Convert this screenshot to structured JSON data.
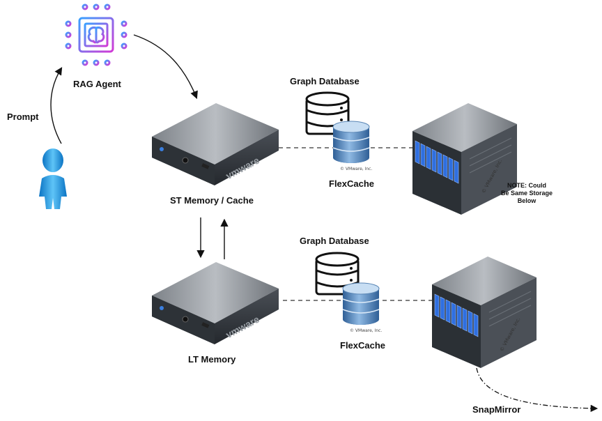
{
  "labels": {
    "rag_agent": "RAG Agent",
    "prompt": "Prompt",
    "st_memory": "ST Memory / Cache",
    "lt_memory": "LT Memory",
    "graph_db_top": "Graph Database",
    "graph_db_bottom": "Graph Database",
    "flexcache_top": "FlexCache",
    "flexcache_bottom": "FlexCache",
    "note": "NOTE: Could\nBe Same Storage\nBelow",
    "snapmirror": "SnapMirror",
    "vmware_logo": "vmware",
    "copyright_cyl": "© VMware, Inc.",
    "copyright_storage": "© VMware, Inc."
  },
  "colors": {
    "server_dark": "#3a3f45",
    "server_light": "#8a8f96",
    "disk_blue": "#3a6fd8",
    "cylinder_blue": "#5b8fc7",
    "user_blue": "#1e9be0",
    "chip_gradient_start": "#3aa0ff",
    "chip_gradient_end": "#d23ad6"
  }
}
